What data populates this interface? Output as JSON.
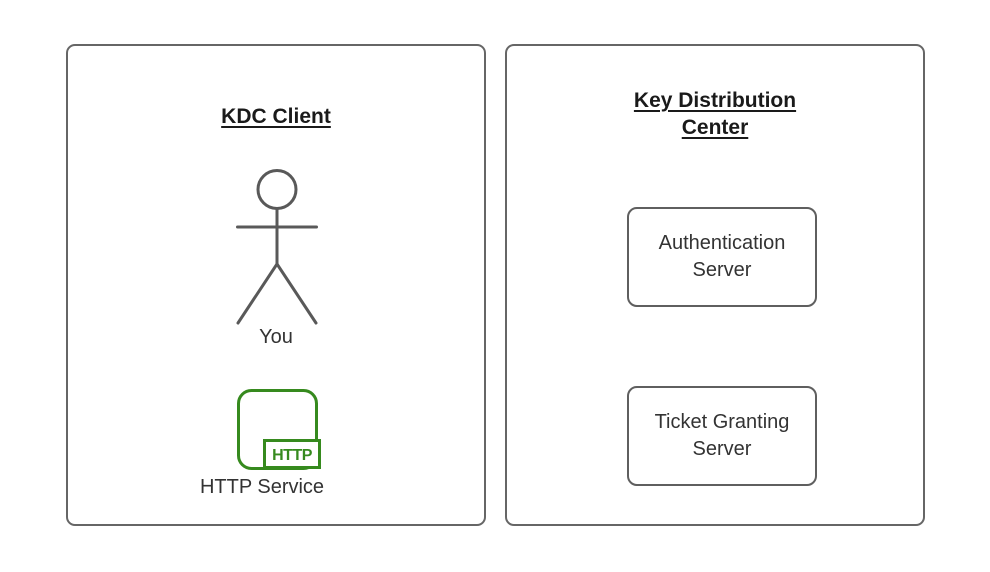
{
  "canvas": {
    "background": "#ffffff"
  },
  "colors": {
    "panel_stroke": "#666666",
    "box_stroke": "#5f5f5f",
    "actor_stroke": "#595959",
    "accent_green": "#368a1e",
    "title_text": "#1a1a1a",
    "label_text": "#333333"
  },
  "kdc_client_panel": {
    "title": "KDC Client",
    "actor_label": "You",
    "service_label": "HTTP Service",
    "service_icon_text": "HTTP"
  },
  "key_distribution_center_panel": {
    "title": "Key Distribution Center",
    "servers": [
      {
        "label": "Authentication Server"
      },
      {
        "label": "Ticket Granting Server"
      }
    ]
  }
}
